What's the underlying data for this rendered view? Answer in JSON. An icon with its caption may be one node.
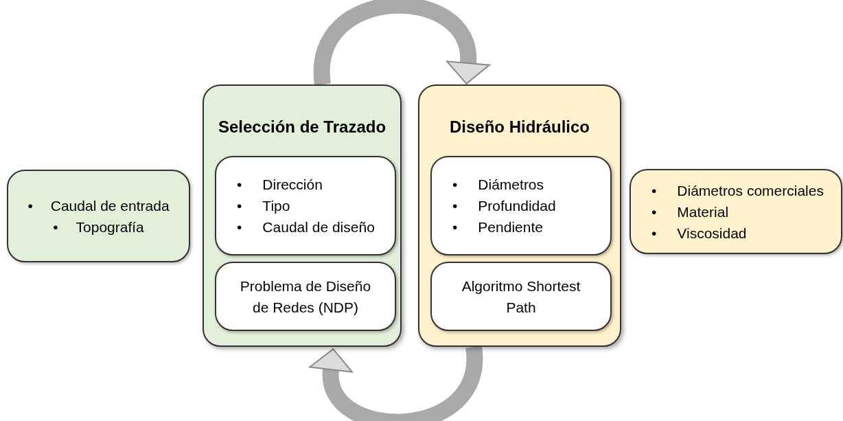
{
  "diagram": {
    "nodes": [
      {
        "text": [
          "Caudal de entrada",
          "Topografía"
        ]
      },
      {
        "text": [
          "Selección de Trazado"
        ]
      },
      {
        "text": [
          "Dirección",
          "Tipo",
          "Caudal de diseño"
        ],
        "in": 1
      },
      {
        "text": [
          "Problema de Diseño de Redes (NDP)"
        ],
        "in": 1
      },
      {
        "text": [
          "Diseño Hidráulico"
        ]
      },
      {
        "text": [
          "Diámetros",
          "Profundidad",
          "Pendiente"
        ],
        "in": 4
      },
      {
        "text": [
          "Algoritmo Shortest Path"
        ],
        "in": 4
      },
      {
        "text": [
          "Diámetros comerciales",
          "Material",
          "Viscosidad"
        ]
      }
    ],
    "edges": [
      {
        "from": 1,
        "to": 4,
        "arrow": "to"
      },
      {
        "from": 4,
        "to": 1,
        "arrow": "to"
      }
    ],
    "labels": [
      "•",
      "•",
      "•",
      "•",
      "•",
      "•",
      "•",
      "•",
      "•",
      "•",
      "•"
    ]
  }
}
